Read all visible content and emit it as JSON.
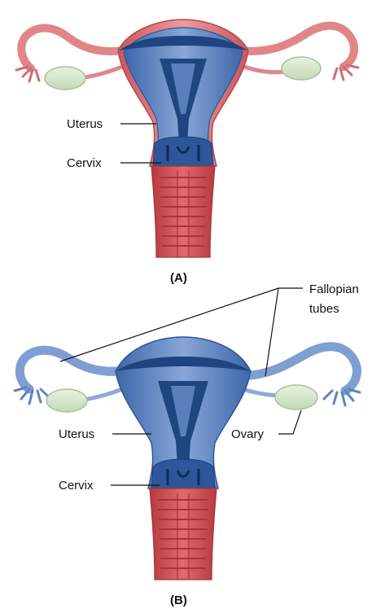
{
  "figure": {
    "panel_a": {
      "caption": "(A)",
      "labels": {
        "uterus": "Uterus",
        "cervix": "Cervix"
      }
    },
    "panel_b": {
      "caption": "(B)",
      "labels": {
        "fallopian_line1": "Fallopian",
        "fallopian_line2": "tubes",
        "uterus": "Uterus",
        "ovary": "Ovary",
        "cervix": "Cervix"
      }
    }
  },
  "colors": {
    "uterus_outer": "#d86f73",
    "uterus_inner": "#6f8fc7",
    "uterus_dark": "#274d8a",
    "vagina": "#c94b4f",
    "vagina_ridge": "#a8353a",
    "ovary": "#d6e6cc",
    "tube_pink": "#e38d90",
    "tube_blue": "#7f9fd3",
    "leader": "#111111"
  }
}
